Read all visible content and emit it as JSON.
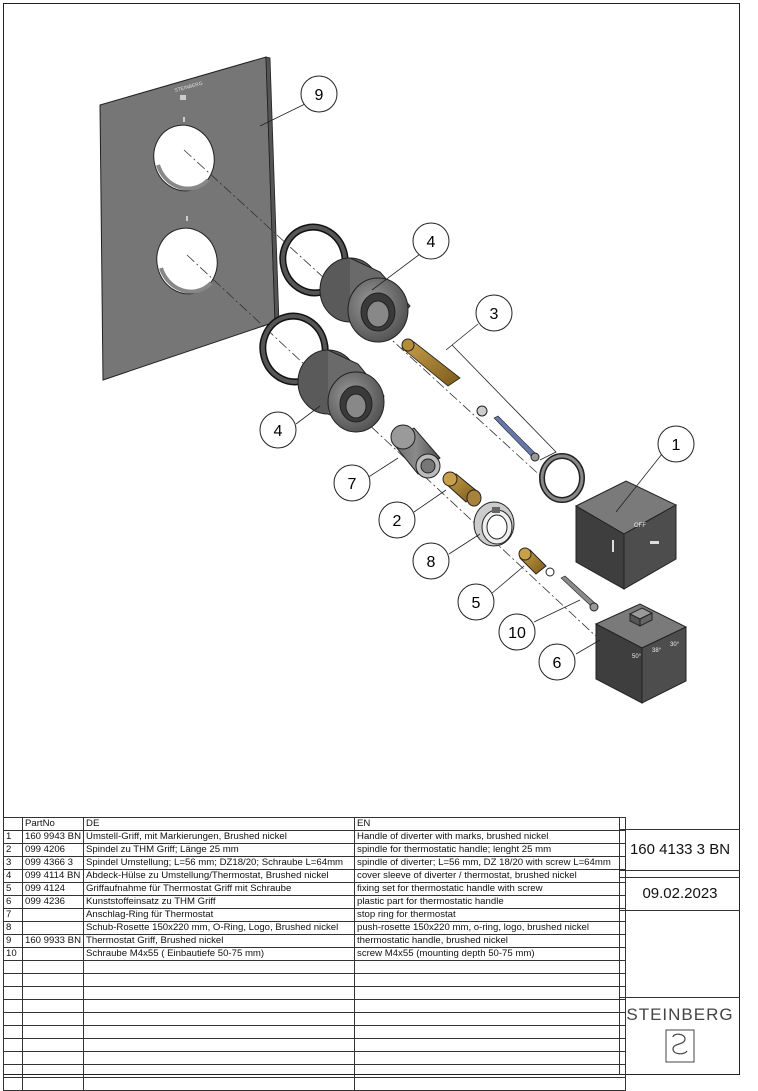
{
  "article_number": "160 4133 3 BN",
  "date": "09.02.2023",
  "brand": "STEINBERG",
  "plate_brand": "STEINBERG",
  "handle_labels": {
    "diverter_off": "OFF",
    "thermo_marks": [
      "50°",
      "38°",
      "30°"
    ]
  },
  "callouts": [
    "1",
    "2",
    "3",
    "4",
    "4",
    "5",
    "6",
    "7",
    "8",
    "9",
    "10"
  ],
  "table": {
    "headers": [
      "",
      "PartNo",
      "DE",
      "EN"
    ],
    "rows": [
      [
        "1",
        "160 9943 BN",
        "Umstell-Griff, mit Markierungen, Brushed nickel",
        "Handle of diverter with marks, brushed nickel"
      ],
      [
        "2",
        "099 4206",
        "Spindel zu THM Griff; Länge 25 mm",
        "spindle for thermostatic handle; lenght 25 mm"
      ],
      [
        "3",
        "099 4366 3",
        "Spindel Umstellung; L=56 mm; DZ18/20; Schraube L=64mm",
        "spindle of diverter; L=56 mm, DZ 18/20 with screw L=64mm"
      ],
      [
        "4",
        "099 4114 BN",
        "Abdeck-Hülse zu Umstellung/Thermostat, Brushed nickel",
        "cover sleeve of diverter / thermostat, brushed nickel"
      ],
      [
        "5",
        "099 4124",
        "Griffaufnahme für Thermostat Griff mit Schraube",
        "fixing set for thermostatic handle with screw"
      ],
      [
        "6",
        "099 4236",
        "Kunststoffeinsatz zu THM Griff",
        "plastic part for thermostatic handle"
      ],
      [
        "7",
        "",
        "Anschlag-Ring für Thermostat",
        "stop ring for thermostat"
      ],
      [
        "8",
        "",
        "Schub-Rosette 150x220 mm, O-Ring, Logo, Brushed nickel",
        "push-rosette 150x220 mm, o-ring, logo, brushed nickel"
      ],
      [
        "9",
        "160 9933 BN",
        "Thermostat Griff, Brushed nickel",
        "thermostatic handle, brushed nickel"
      ],
      [
        "10",
        "",
        "Schraube M4x55 ( Einbautiefe 50-75 mm)",
        "screw M4x55 (mounting depth 50-75 mm)"
      ],
      [
        "",
        "",
        "",
        ""
      ],
      [
        "",
        "",
        "",
        ""
      ],
      [
        "",
        "",
        "",
        ""
      ],
      [
        "",
        "",
        "",
        ""
      ],
      [
        "",
        "",
        "",
        ""
      ],
      [
        "",
        "",
        "",
        ""
      ],
      [
        "",
        "",
        "",
        ""
      ],
      [
        "",
        "",
        "",
        ""
      ],
      [
        "",
        "",
        "",
        ""
      ],
      [
        "",
        "",
        "",
        ""
      ]
    ]
  }
}
